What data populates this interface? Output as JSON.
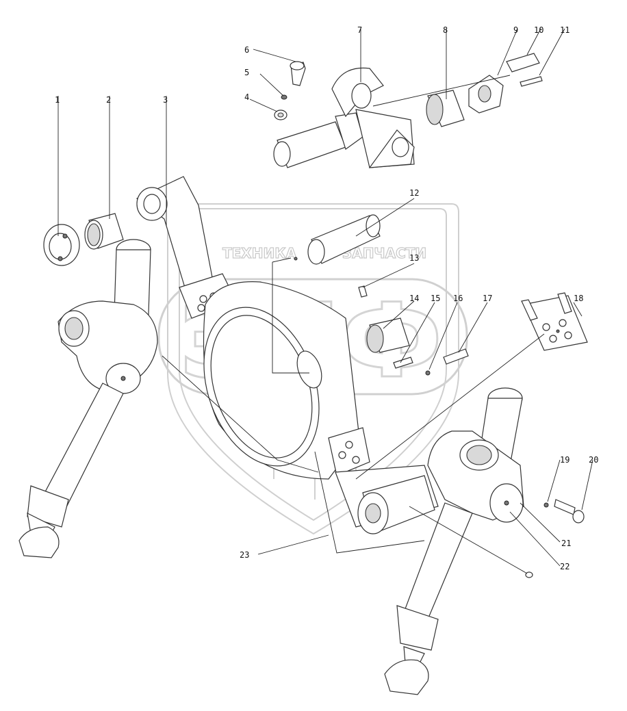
{
  "watermark": {
    "word_left": "ТЕХНИКА",
    "word_right": "ЗАПЧАСТИ",
    "logo_letters": "ЭПФ"
  },
  "callouts": [
    "1",
    "2",
    "3",
    "4",
    "5",
    "6",
    "7",
    "8",
    "9",
    "10",
    "11",
    "12",
    "13",
    "14",
    "15",
    "16",
    "17",
    "18",
    "19",
    "20",
    "21",
    "22",
    "23"
  ]
}
